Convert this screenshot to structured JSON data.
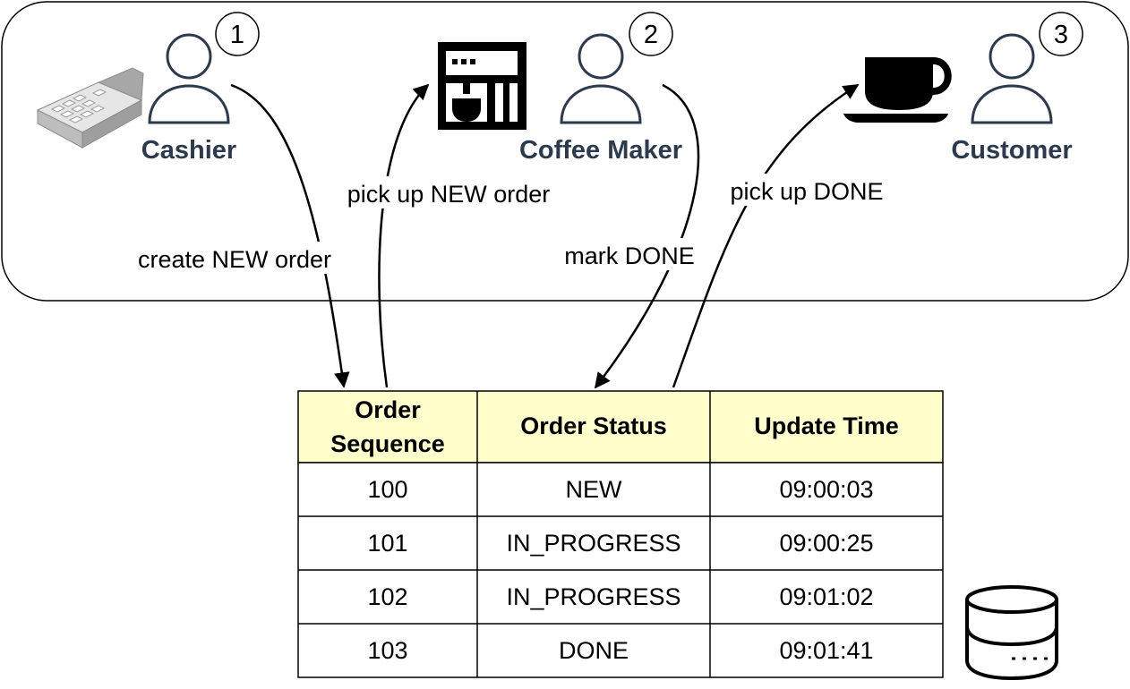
{
  "actors": {
    "cashier": {
      "label": "Cashier",
      "step": "1"
    },
    "coffee_maker": {
      "label": "Coffee Maker",
      "step": "2"
    },
    "customer": {
      "label": "Customer",
      "step": "3"
    }
  },
  "edges": {
    "create_new_order": "create NEW order",
    "pick_up_new_order": "pick up NEW order",
    "mark_done": "mark DONE",
    "pick_up_done": "pick up DONE"
  },
  "table": {
    "headers": {
      "sequence_line1": "Order",
      "sequence_line2": "Sequence",
      "status": "Order Status",
      "time": "Update Time"
    },
    "rows": [
      {
        "sequence": "100",
        "status": "NEW",
        "time": "09:00:03"
      },
      {
        "sequence": "101",
        "status": "IN_PROGRESS",
        "time": "09:00:25"
      },
      {
        "sequence": "102",
        "status": "IN_PROGRESS",
        "time": "09:01:02"
      },
      {
        "sequence": "103",
        "status": "DONE",
        "time": "09:01:41"
      }
    ]
  },
  "icons": {
    "cash_register": "cash-register-icon",
    "coffee_machine": "coffee-machine-icon",
    "coffee_cup": "coffee-cup-icon",
    "database": "database-icon",
    "person": "person-icon"
  },
  "colors": {
    "header_fill": "#ffffcc",
    "actor_label": "#2b3a4e",
    "border": "#000000"
  }
}
